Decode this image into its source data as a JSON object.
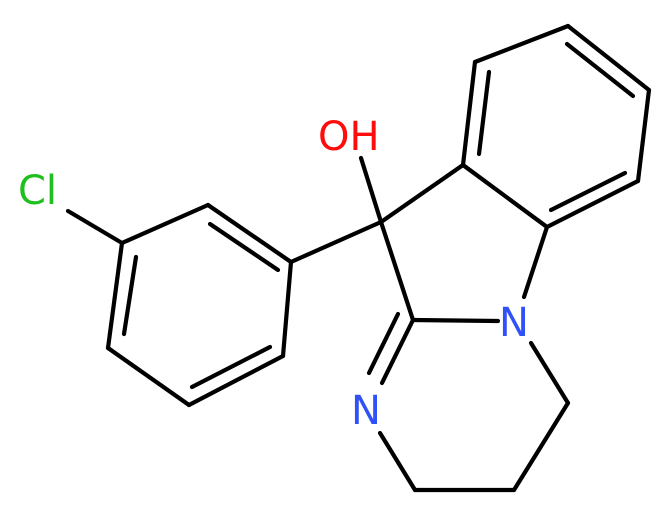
{
  "atoms": {
    "cl": {
      "text": "Cl",
      "color": "#1fbf1f"
    },
    "oh": {
      "text": "OH",
      "color": "#ff0d0d"
    },
    "n_ring": {
      "text": "N",
      "color": "#3050f8"
    },
    "n_imine": {
      "text": "N",
      "color": "#3050f8"
    }
  },
  "bond_color": "#000000"
}
